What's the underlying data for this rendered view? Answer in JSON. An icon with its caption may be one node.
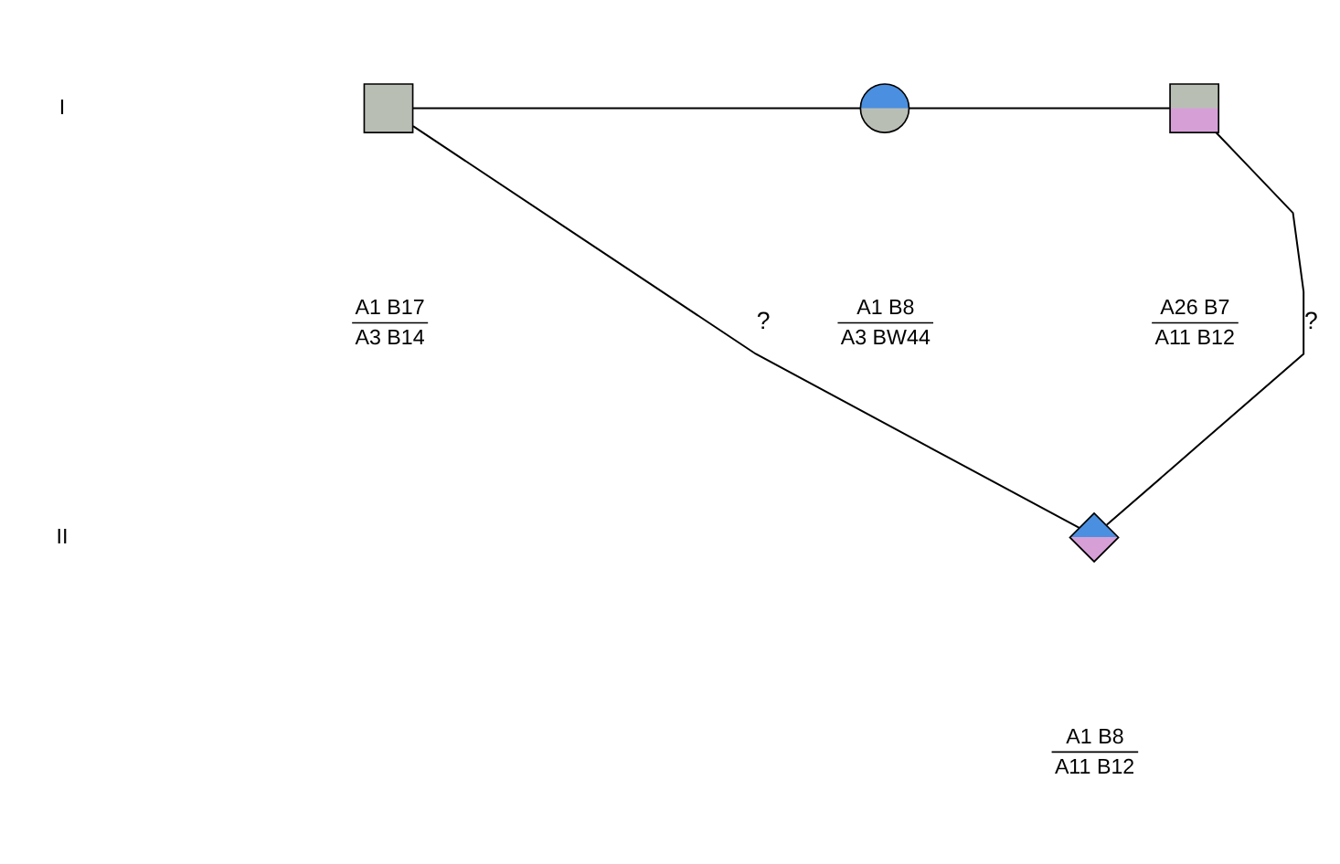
{
  "diagram": {
    "nodes": [
      {
        "text": [],
        "shape": "box",
        "beside": [
          "A1 B17",
          "A3 B14"
        ]
      },
      {
        "text": [],
        "shape": "circle",
        "beside": [
          "A1 B8",
          "A3 BW44"
        ]
      },
      {
        "text": [],
        "shape": "box",
        "beside": [
          "A26 B7",
          "A11 B12"
        ]
      },
      {
        "text": [],
        "shape": "diamond",
        "beside": [
          "A1 B8",
          "A11 B12"
        ]
      }
    ],
    "edges": [
      {
        "from": 0,
        "to": 1,
        "arrow": "none"
      },
      {
        "from": 1,
        "to": 2,
        "arrow": "none"
      },
      {
        "from": 0,
        "to": 3,
        "arrow": "none",
        "label": "?"
      },
      {
        "from": 2,
        "to": 3,
        "arrow": "none",
        "label": "?"
      }
    ],
    "labels": [
      "I",
      "II"
    ]
  }
}
